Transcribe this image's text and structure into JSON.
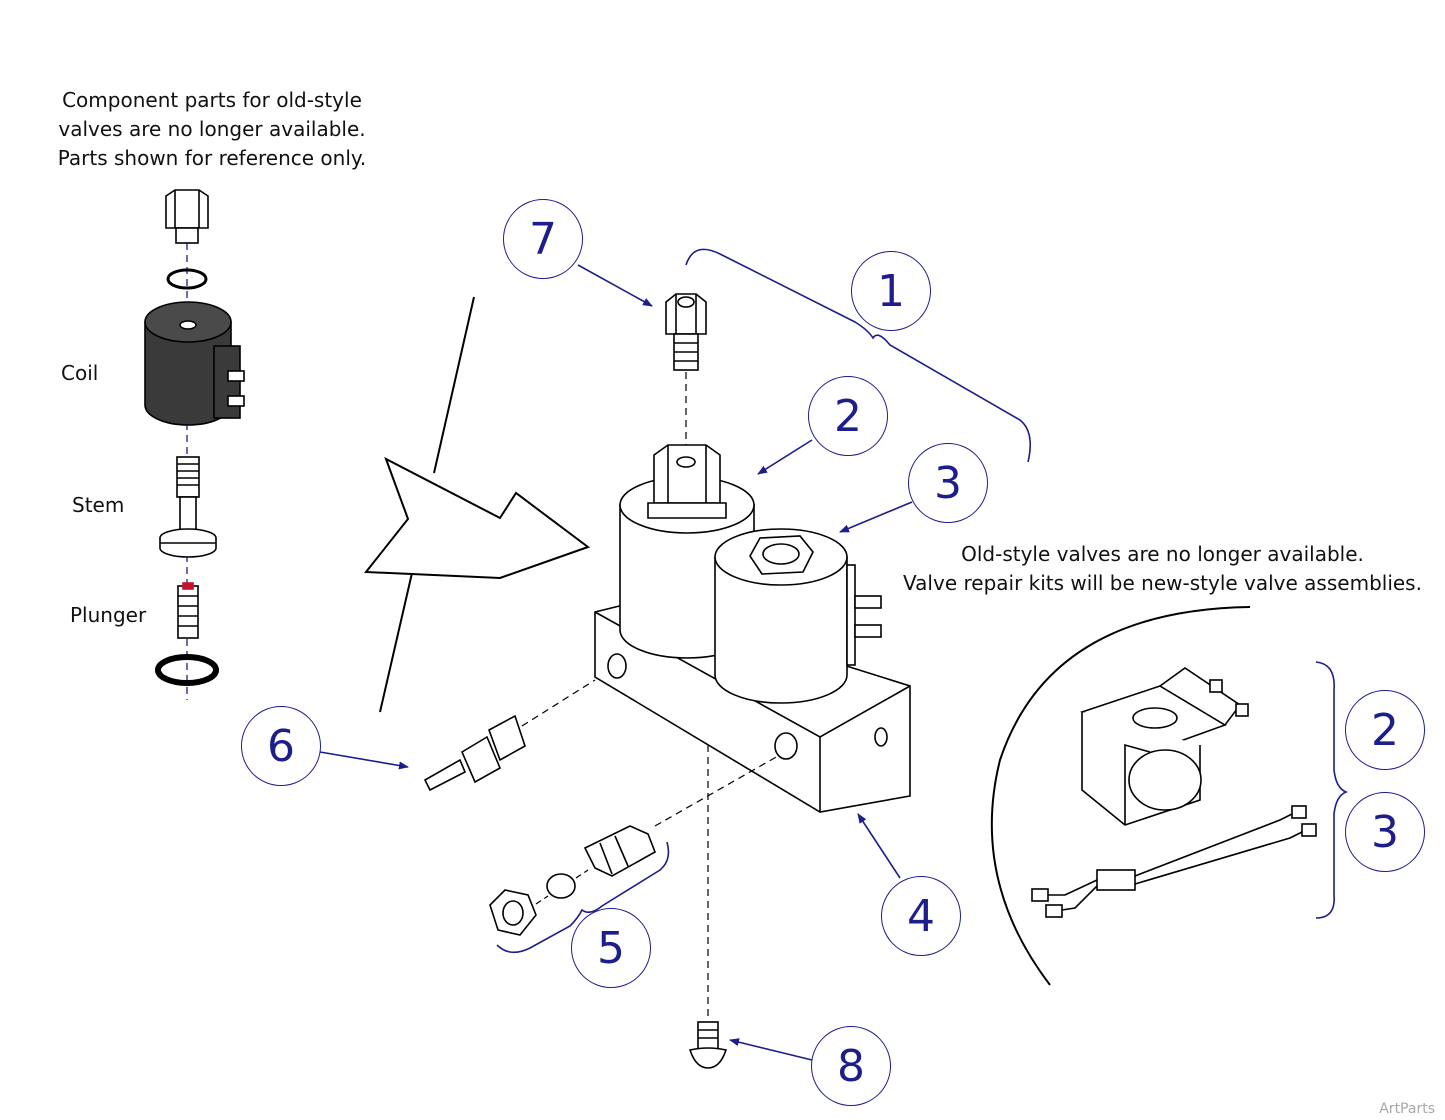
{
  "notes": {
    "old_parts": [
      "Component parts for old-style",
      "valves are no longer available.",
      "Parts shown for reference only."
    ],
    "new_valves": [
      "Old-style valves are no longer available.",
      "Valve repair kits will be new-style valve assemblies."
    ]
  },
  "labels": {
    "coil": "Coil",
    "stem": "Stem",
    "plunger": "Plunger"
  },
  "callouts": {
    "c1": "1",
    "c2": "2",
    "c3": "3",
    "c4": "4",
    "c5": "5",
    "c6": "6",
    "c7": "7",
    "c8": "8",
    "c2_kit": "2",
    "c3_kit": "3"
  },
  "watermark": "ArtParts",
  "colors": {
    "callout_blue": "#1d1d8c",
    "line": "#000000",
    "coil_dark": "#3a3a3a",
    "accent_red": "#c0142c"
  }
}
